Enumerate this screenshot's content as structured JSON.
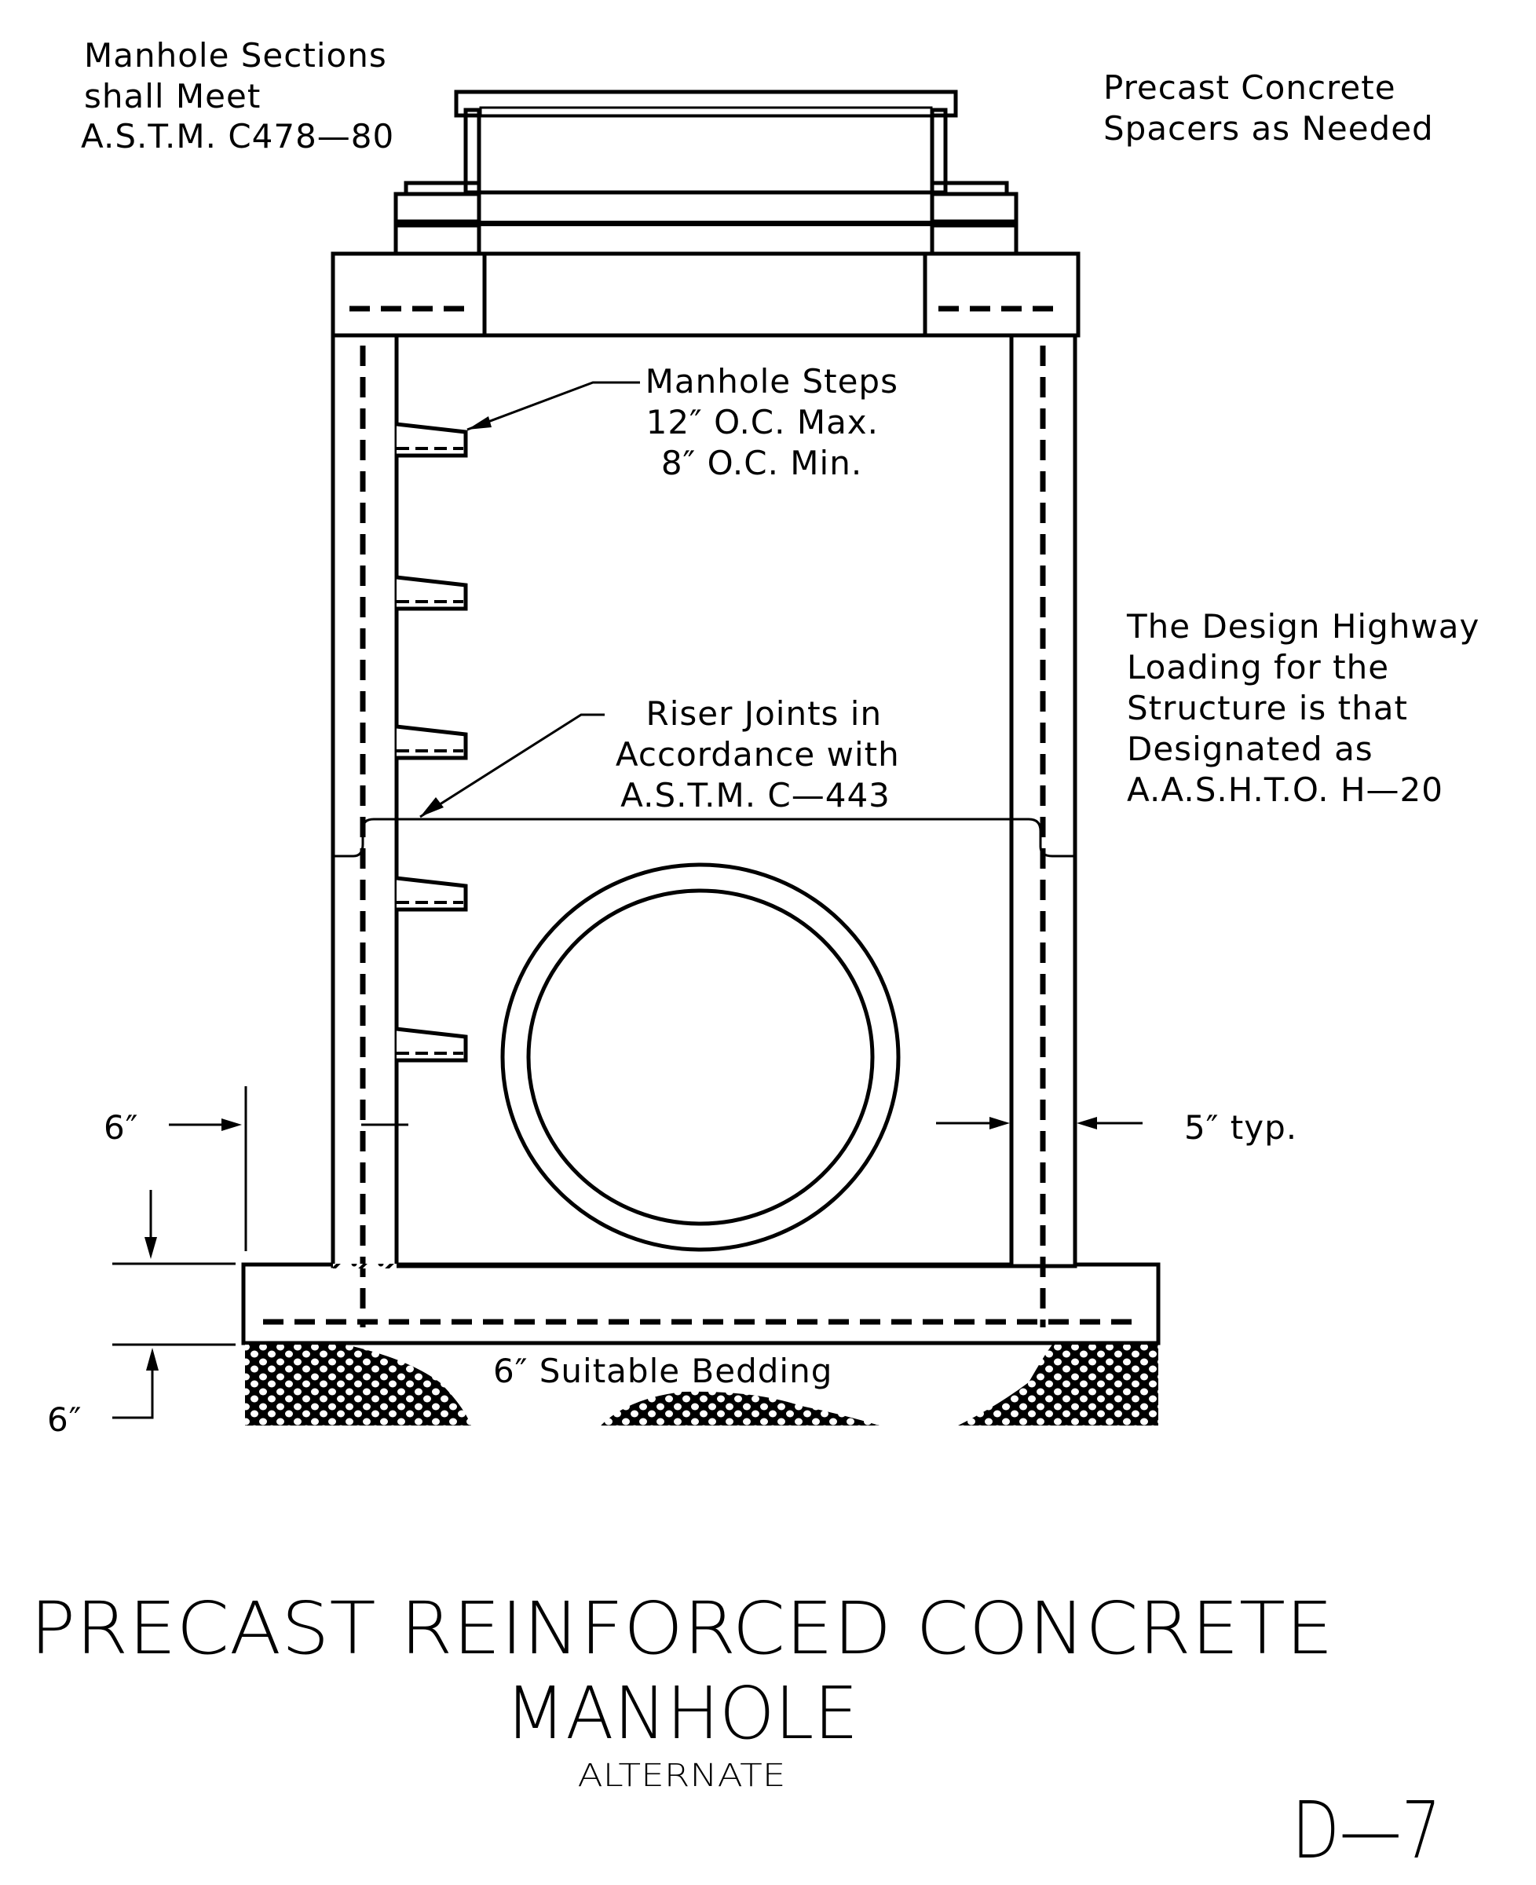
{
  "drawing": {
    "sheet_id": "D—7",
    "title_line_1": "PRECAST  REINFORCED  CONCRETE",
    "title_line_2": "MANHOLE",
    "subtitle": "ALTERNATE"
  },
  "notes": {
    "manhole_sections": [
      "Manhole  Sections",
      "shall  Meet",
      "A.S.T.M.  C478—80"
    ],
    "spacers": [
      "Precast  Concrete",
      "Spacers  as  Needed"
    ],
    "steps": [
      "Manhole  Steps",
      "12″  O.C.  Max.",
      "8″  O.C.  Min."
    ],
    "riser_joints": [
      "Riser  Joints  in",
      "Accordance  with",
      "A.S.T.M.  C—443"
    ],
    "highway_loading": [
      "The  Design  Highway",
      "Loading  for  the",
      "Structure  is  that",
      "Designated  as",
      "A.A.S.H.T.O.  H—20"
    ],
    "bedding": "6″  Suitable  Bedding"
  },
  "dimensions": {
    "wall_left_label": "6″",
    "wall_right_label": "5″ typ.",
    "base_thickness_label": "6″"
  },
  "components": {
    "step_count": 5,
    "hatch_patterns": [
      "concrete-hatch",
      "spacer-dots",
      "gravel-bedding",
      "cast-iron-hatch"
    ]
  }
}
